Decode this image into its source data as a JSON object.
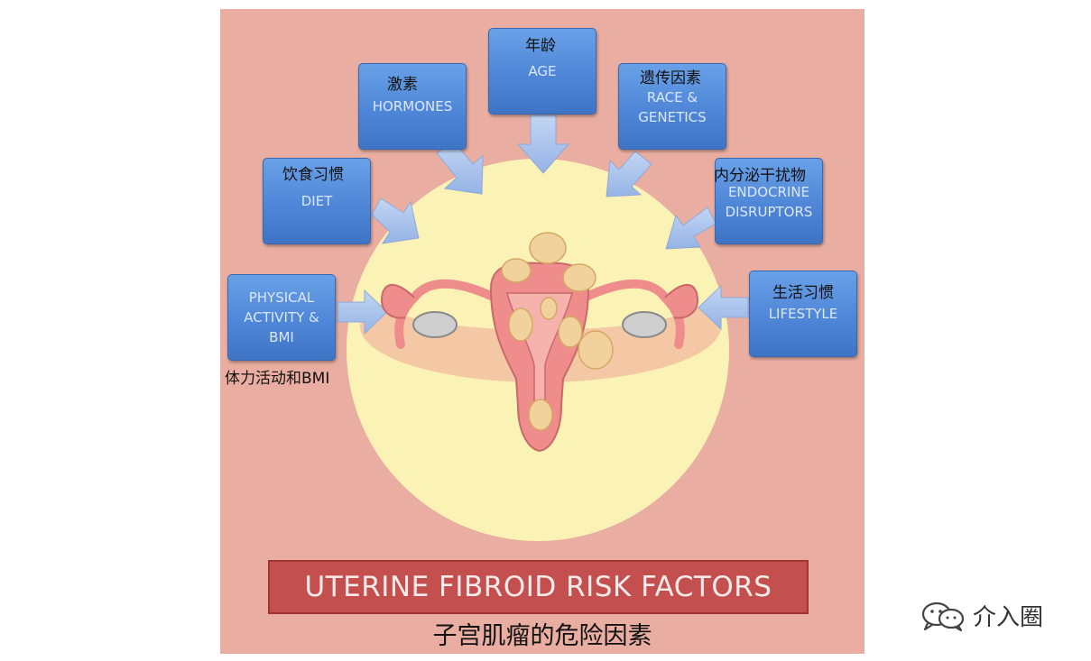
{
  "factors": {
    "age": {
      "zh": "年龄",
      "en": "AGE"
    },
    "hormones": {
      "zh": "激素",
      "en": "HORMONES"
    },
    "race": {
      "zh": "遗传因素",
      "en": "RACE &\nGENETICS"
    },
    "diet": {
      "zh": "饮食习惯",
      "en": "DIET"
    },
    "endocrine": {
      "zh": "内分泌干扰物",
      "en": "ENDOCRINE\nDISRUPTORS"
    },
    "physical": {
      "zh": "体力活动和BMI",
      "en": "PHYSICAL\nACTIVITY &\nBMI"
    },
    "lifestyle": {
      "zh": "生活习惯",
      "en": "LIFESTYLE"
    }
  },
  "title": "UTERINE FIBROID RISK FACTORS",
  "subtitle": "子宫肌瘤的危险因素",
  "watermark": {
    "text": "介入圈",
    "icon": "wechat-icon"
  },
  "colors": {
    "background": "#e9aea1",
    "circle": "#fbf3b5",
    "box": "#4f86d7",
    "arrow": "#a9c3ec",
    "title_bar": "#c44f4f",
    "uterus": "#ef8d8d",
    "fibroid": "#f1d29c"
  }
}
